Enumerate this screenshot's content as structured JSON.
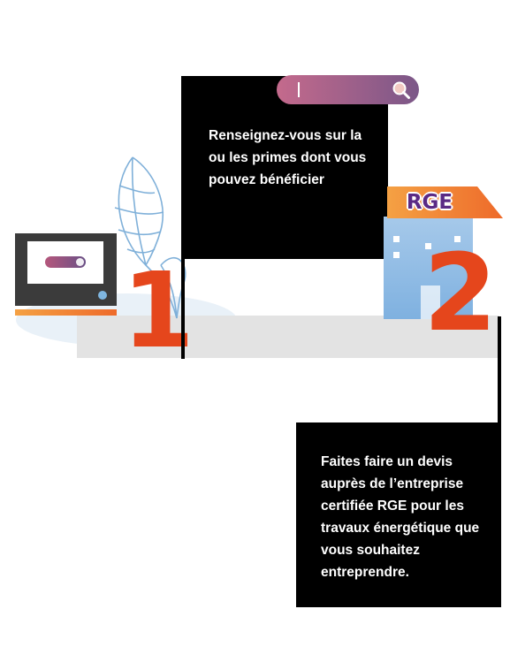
{
  "step1": {
    "number": "1",
    "text": "Renseignez-vous sur la ou les primes dont vous pouvez bénéficier",
    "search_icon": "search-icon"
  },
  "step2": {
    "number": "2",
    "badge": "RGE",
    "text": "Faites faire un devis auprès de l’entreprise certifiée RGE pour les travaux énergétique que vous souhaitez entreprendre."
  },
  "colors": {
    "accent_orange": "#e5461c",
    "box_black": "#000000",
    "platform_grey": "#e3e3e3",
    "building_blue": "#8fbbe5",
    "badge_purple": "#5b2a85",
    "search_gradient": [
      "#c46a8c",
      "#7b5788"
    ]
  }
}
